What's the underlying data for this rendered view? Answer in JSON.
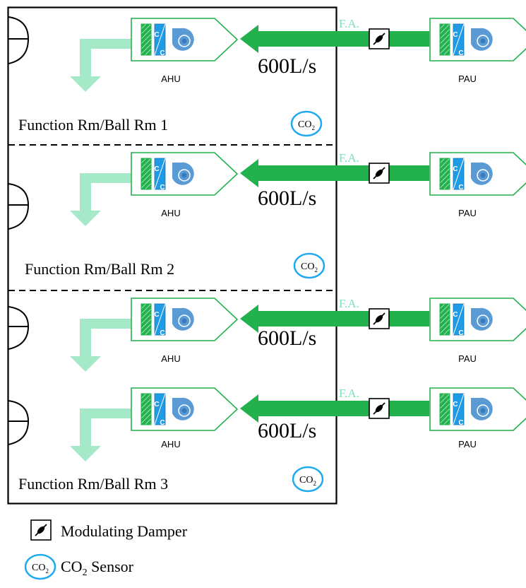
{
  "colors": {
    "duct": "#22b14c",
    "supply_arrow": "#a6e9c9",
    "fa_text": "#7fe0b8",
    "unit_outline": "#22b14c",
    "filter_fill": "#22b14c",
    "coil_fill": "#1f9be5",
    "fan_fill": "#5b9bd5",
    "sensor_ring": "#1eaaf1"
  },
  "rows": [
    {
      "flow": "600L/s",
      "fresh_air": "F.A.",
      "ahu": "AHU",
      "pau": "PAU",
      "coil_c1": "C",
      "coil_c2": "C"
    },
    {
      "flow": "600L/s",
      "fresh_air": "F.A.",
      "ahu": "AHU",
      "pau": "PAU",
      "coil_c1": "C",
      "coil_c2": "C"
    },
    {
      "flow": "600L/s",
      "fresh_air": "F.A.",
      "ahu": "AHU",
      "pau": "PAU",
      "coil_c1": "C",
      "coil_c2": "C"
    },
    {
      "flow": "600L/s",
      "fresh_air": "F.A.",
      "ahu": "AHU",
      "pau": "PAU",
      "coil_c1": "C",
      "coil_c2": "C"
    }
  ],
  "rooms": [
    {
      "label": "Function Rm/Ball Rm 1",
      "sensor": "CO",
      "sensor_sub": "2"
    },
    {
      "label": "Function Rm/Ball Rm 2",
      "sensor": "CO",
      "sensor_sub": "2"
    },
    {
      "label": "Function Rm/Ball Rm 3",
      "sensor": "CO",
      "sensor_sub": "2"
    }
  ],
  "legend": {
    "damper_label": "Modulating Damper",
    "sensor_icon_text": "CO",
    "sensor_icon_sub": "2",
    "sensor_label_main": "CO",
    "sensor_label_sub": "2",
    "sensor_label_rest": " Sensor"
  }
}
